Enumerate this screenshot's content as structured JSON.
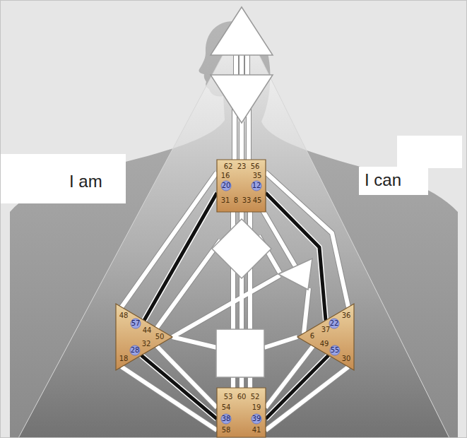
{
  "diagram": {
    "nodes": [
      {
        "text": [
          "62",
          "23",
          "56",
          "16",
          "35",
          "20",
          "12",
          "31",
          "8",
          "33",
          "45"
        ]
      },
      {
        "text": [
          "48",
          "57",
          "44",
          "50",
          "32",
          "28",
          "18"
        ]
      },
      {
        "text": [
          "36",
          "22",
          "37",
          "6",
          "49",
          "55",
          "30"
        ]
      },
      {
        "text": [
          "53",
          "60",
          "52",
          "54",
          "19",
          "38",
          "39",
          "58",
          "41"
        ]
      }
    ],
    "edges": [
      {
        "from": 0,
        "to": 1,
        "arrow": "none"
      },
      {
        "from": 0,
        "to": 1,
        "arrow": "none"
      },
      {
        "from": 0,
        "to": 2,
        "arrow": "none"
      },
      {
        "from": 0,
        "to": 2,
        "arrow": "none"
      },
      {
        "from": 1,
        "to": 3,
        "arrow": "none"
      },
      {
        "from": 1,
        "to": 3,
        "arrow": "none"
      },
      {
        "from": 1,
        "to": 3,
        "arrow": "none"
      },
      {
        "from": 2,
        "to": 3,
        "arrow": "none"
      },
      {
        "from": 2,
        "to": 3,
        "arrow": "none"
      },
      {
        "from": 2,
        "to": 3,
        "arrow": "none"
      }
    ],
    "labels": [
      "I am",
      "I can"
    ]
  }
}
